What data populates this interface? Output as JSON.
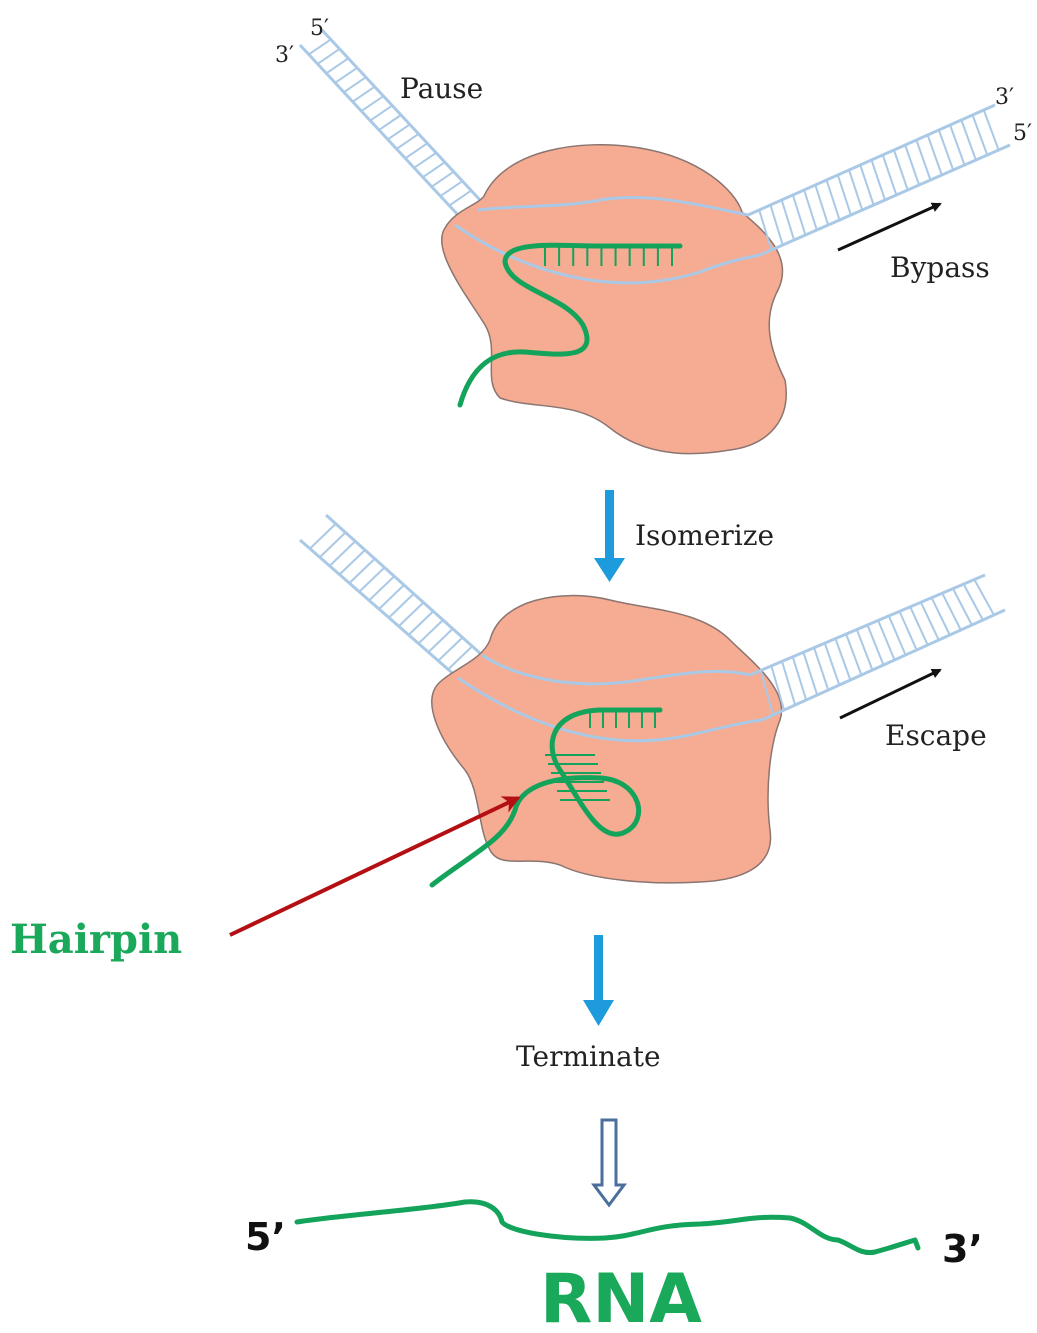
{
  "labels": {
    "top_left_5prime": "5′",
    "top_left_3prime": "3′",
    "top_right_3prime": "3′",
    "top_right_5prime": "5′",
    "pause": "Pause",
    "bypass": "Bypass",
    "isomerize": "Isomerize",
    "escape": "Escape",
    "hairpin": "Hairpin",
    "terminate": "Terminate",
    "rna_5prime": "5’",
    "rna_3prime": "3’",
    "rna": "RNA"
  },
  "colors": {
    "polymerase": "#f6ab93",
    "polymerase_edge": "#8a7570",
    "dna": "#a9c9e6",
    "rna": "#13a35a",
    "label_green": "#1aa85a",
    "process_arrow": "#1d9bdc",
    "hairpin_arrow": "#b40f12",
    "hollow_arrow": "#4a6f9c",
    "text": "#222222"
  }
}
